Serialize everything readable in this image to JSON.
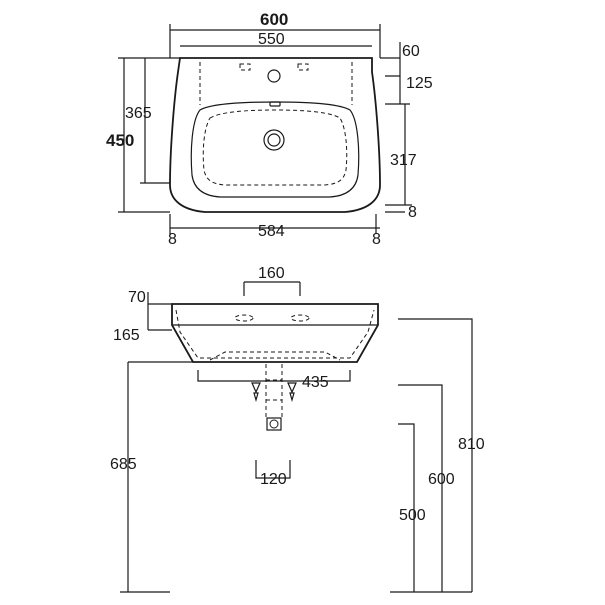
{
  "top_view": {
    "overall_width": "600",
    "inner_width": "550",
    "tap_offset": "60",
    "tap_depth": "125",
    "overall_depth": "450",
    "bowl_depth": "365",
    "bowl_length": "317",
    "rim_right": "8",
    "side_left": "8",
    "base_width": "584",
    "side_right": "8"
  },
  "front_view": {
    "hole_spacing": "160",
    "rim_height": "70",
    "basin_height": "165",
    "bracket_spacing": "435",
    "waste_width": "120",
    "floor_to_base": "685",
    "height_810": "810",
    "height_600": "600",
    "height_500": "500"
  }
}
